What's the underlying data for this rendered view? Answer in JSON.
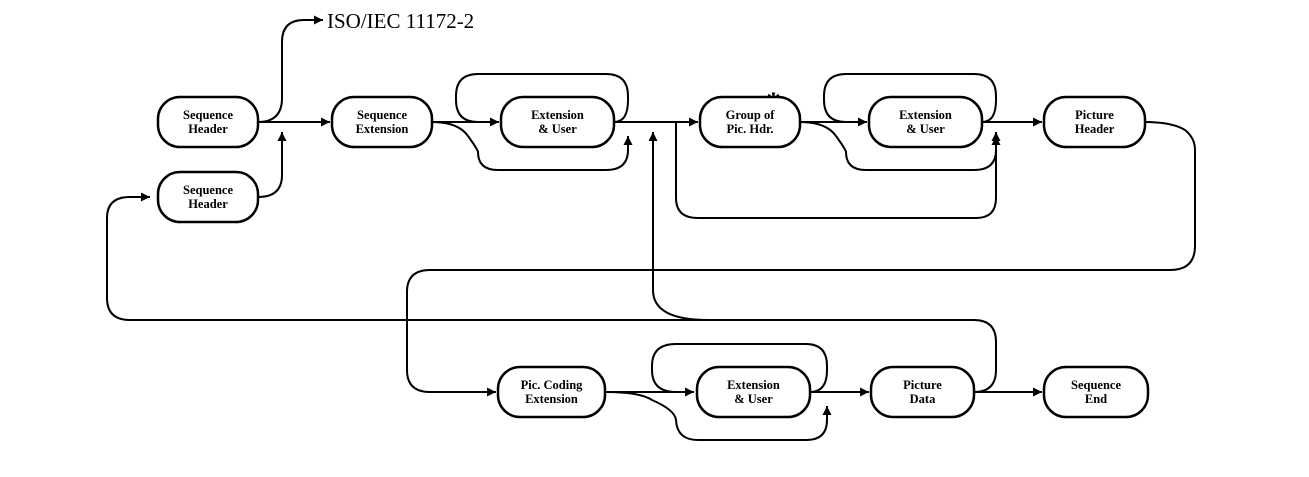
{
  "iso_reference": "ISO/IEC 11172-2",
  "marker": "*",
  "nodes": {
    "seq_header_top": [
      "Sequence",
      "Header"
    ],
    "seq_header_bottom": [
      "Sequence",
      "Header"
    ],
    "seq_extension": [
      "Sequence",
      "Extension"
    ],
    "ext_user_1": [
      "Extension",
      "& User"
    ],
    "gop_header": [
      "Group of",
      "Pic. Hdr."
    ],
    "ext_user_2": [
      "Extension",
      "& User"
    ],
    "picture_header": [
      "Picture",
      "Header"
    ],
    "pic_coding_ext": [
      "Pic. Coding",
      "Extension"
    ],
    "ext_user_3": [
      "Extension",
      "& User"
    ],
    "picture_data": [
      "Picture",
      "Data"
    ],
    "sequence_end": [
      "Sequence",
      "End"
    ]
  }
}
